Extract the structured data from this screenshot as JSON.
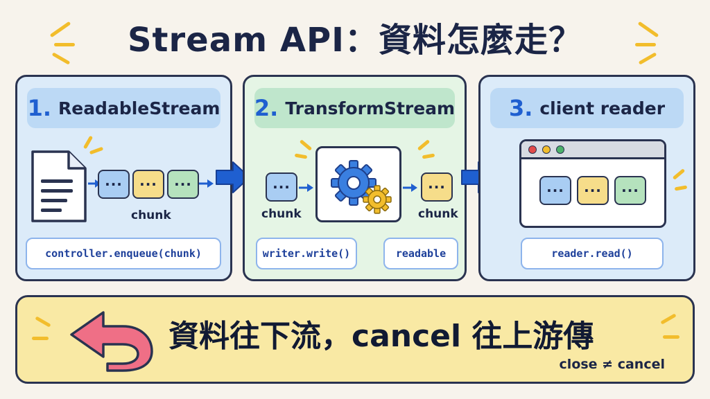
{
  "title": "Stream API：資料怎麼走？",
  "stages": [
    {
      "number": "1.",
      "name": "ReadableStream",
      "chunk_label": "chunk",
      "code": "controller.enqueue(chunk)"
    },
    {
      "number": "2.",
      "name": "TransformStream",
      "chunk_in_label": "chunk",
      "chunk_out_label": "chunk",
      "code_write": "writer.write()",
      "code_readable": "readable"
    },
    {
      "number": "3.",
      "name": "client reader",
      "code": "reader.read()"
    }
  ],
  "chip_text": "···",
  "banner": {
    "text": "資料往下流，cancel 往上游傳",
    "note": "close ≠ cancel"
  },
  "colors": {
    "blue": "#a9cdf3",
    "yellow": "#f6dd8a",
    "green": "#b5e2bd",
    "accent_arrow": "#1f5fd0",
    "return_arrow": "#ef6f86"
  }
}
